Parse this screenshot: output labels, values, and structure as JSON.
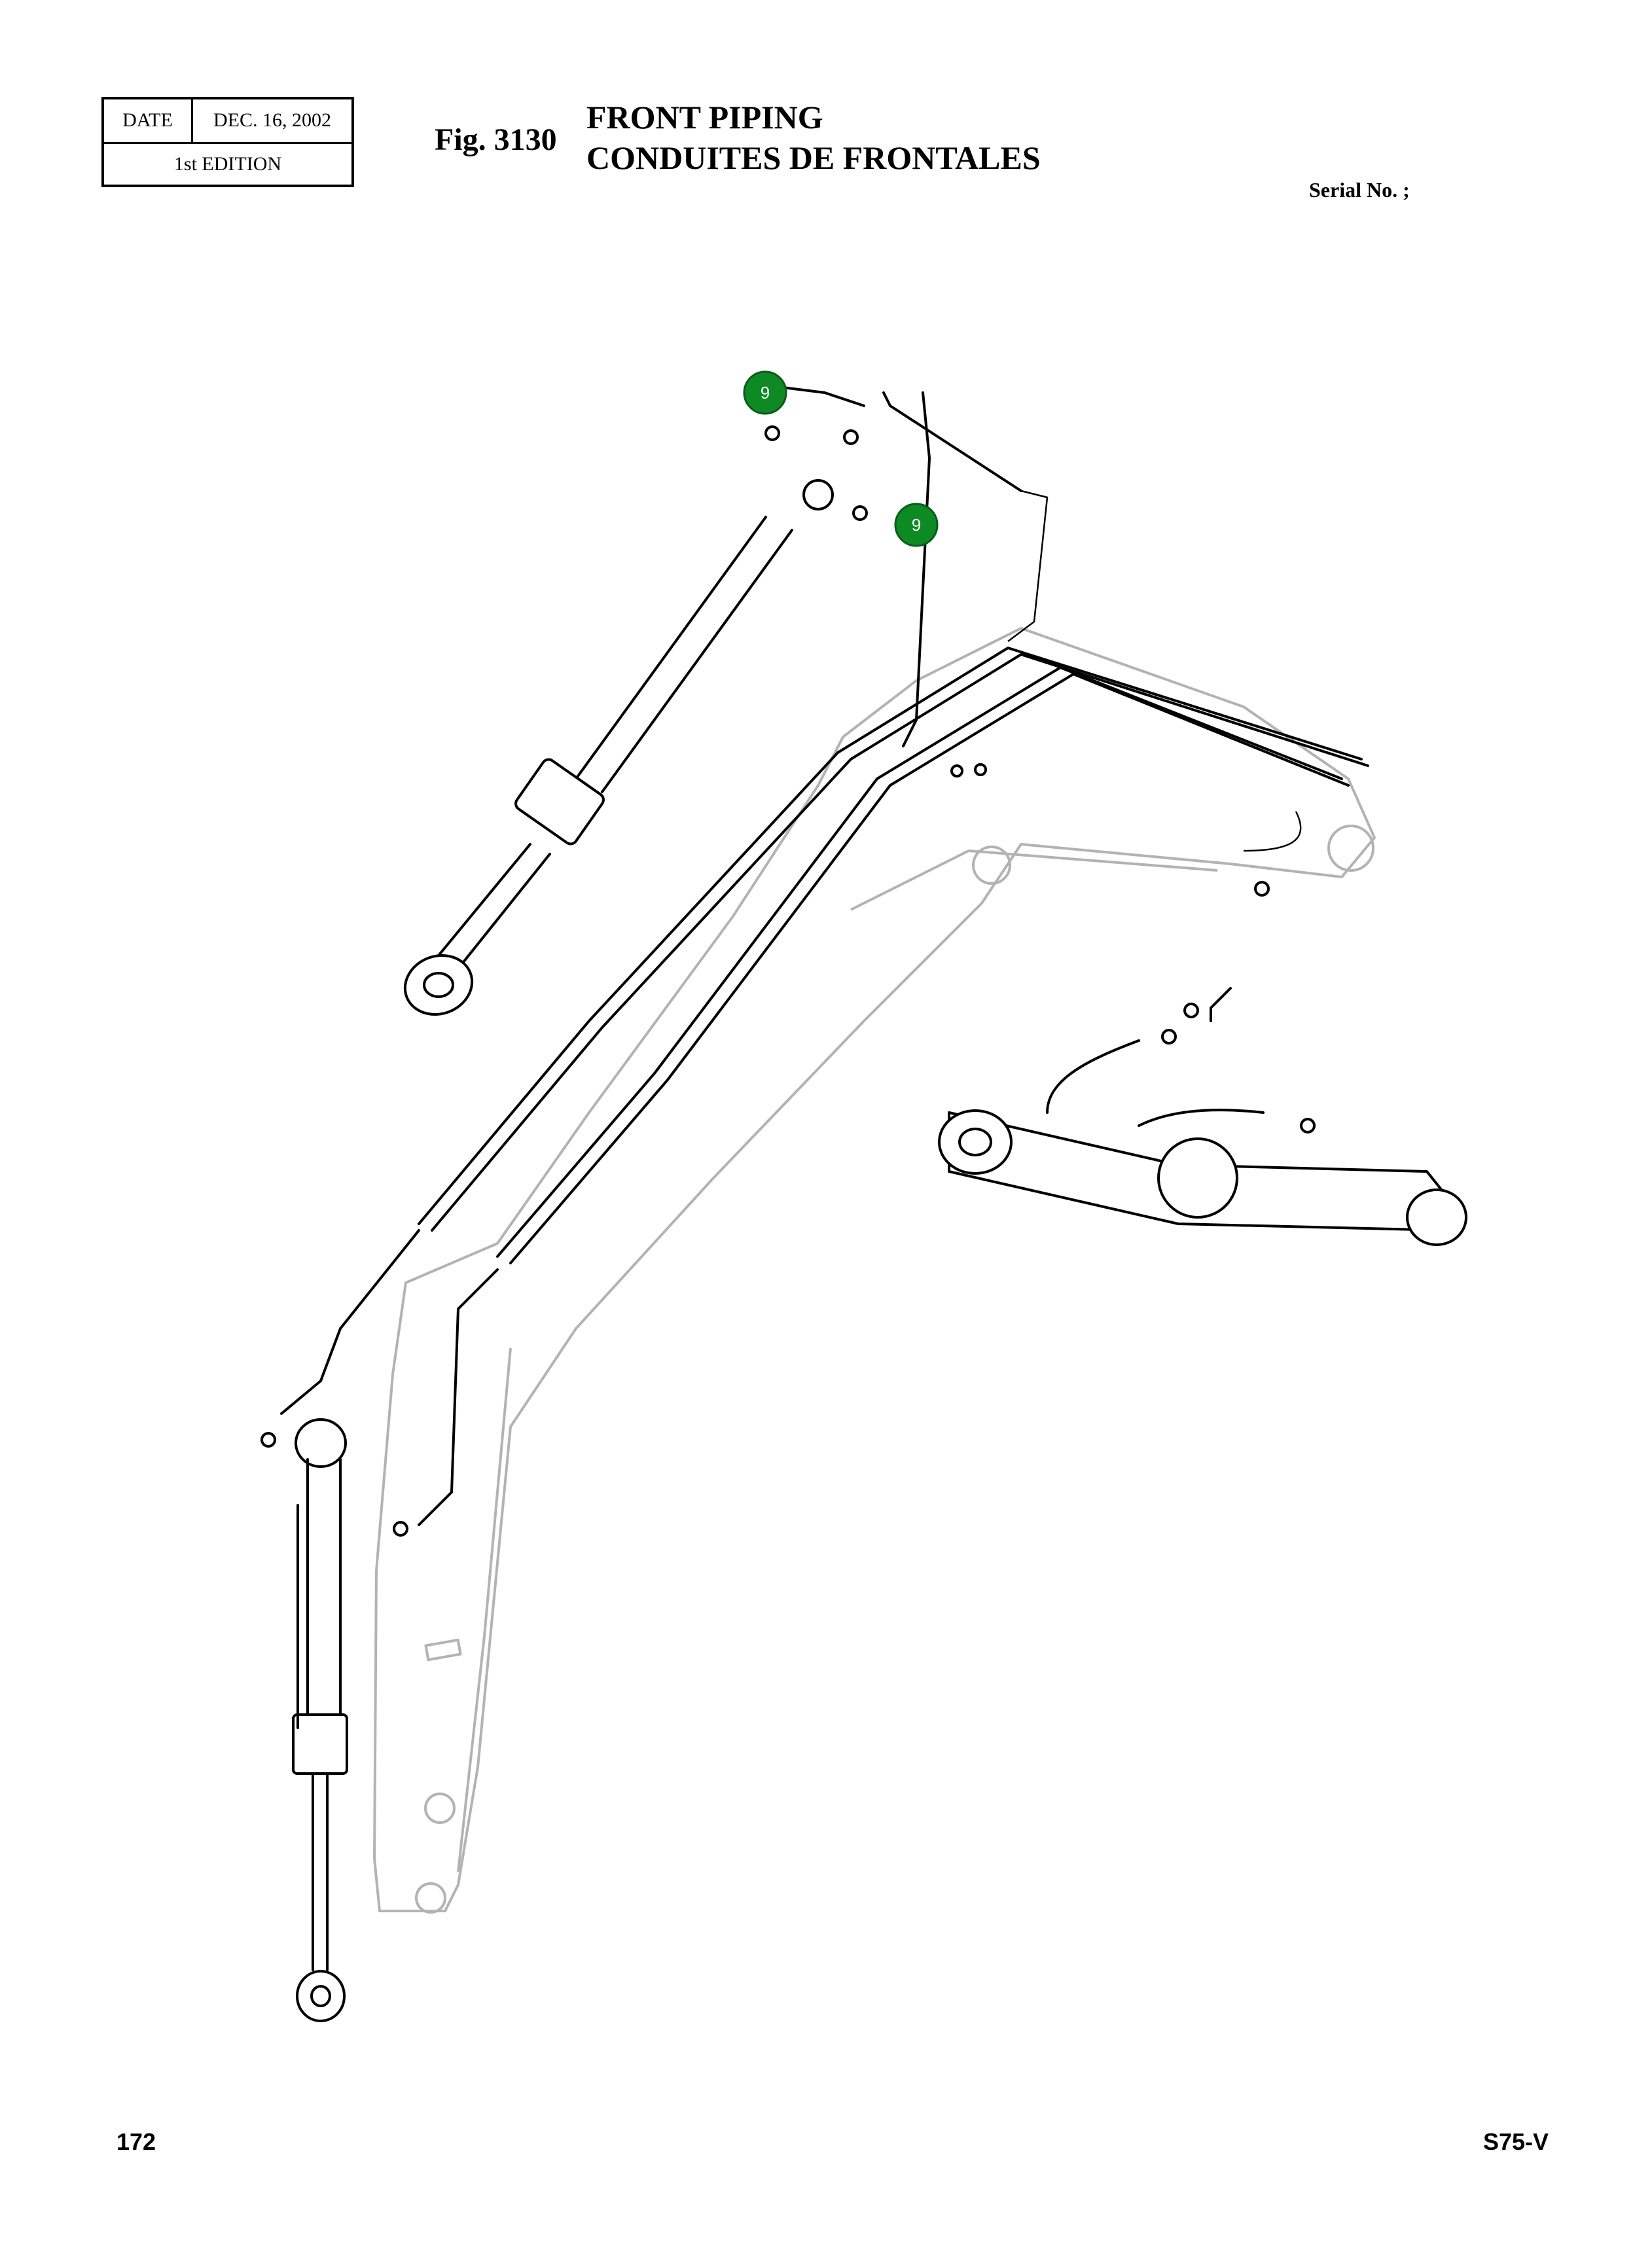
{
  "header": {
    "date_label": "DATE",
    "date_value": "DEC. 16, 2002",
    "edition": "1st EDITION",
    "figure_number": "Fig. 3130",
    "title_en": "FRONT PIPING",
    "title_fr": "CONDUITES DE FRONTALES",
    "serial": "Serial No. ;"
  },
  "diagram": {
    "callouts": [
      {
        "label": "9"
      },
      {
        "label": "9"
      }
    ],
    "callout_color": "#0d8a23"
  },
  "footer": {
    "page_number": "172",
    "model": "S75-V"
  }
}
